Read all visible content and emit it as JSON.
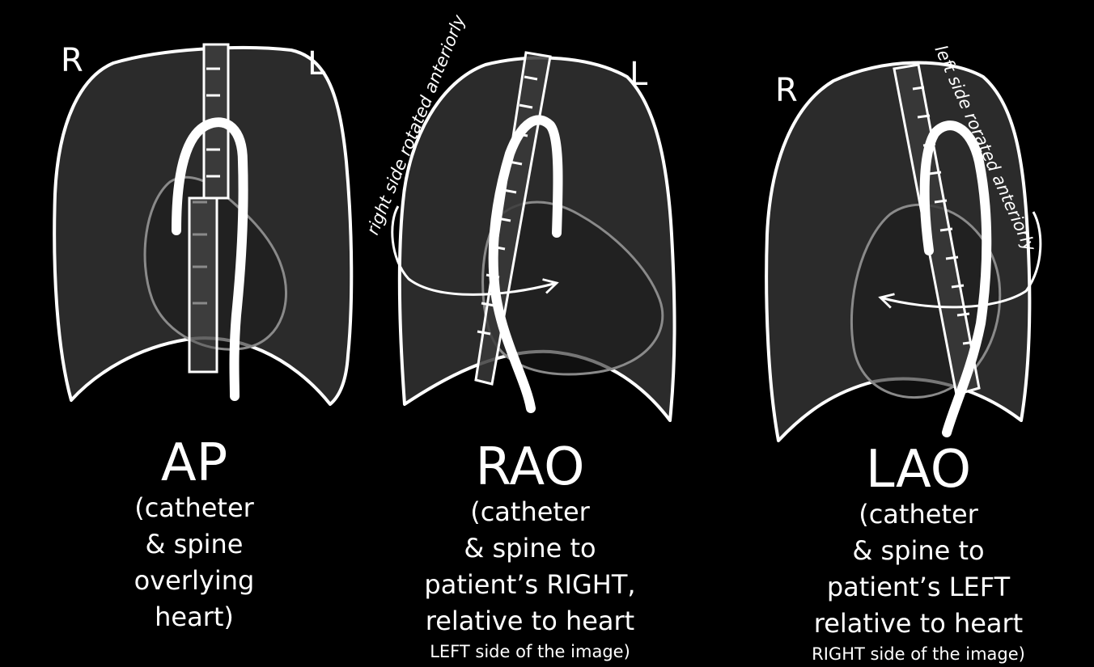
{
  "colors": {
    "background": "#000000",
    "chest": "#2b2b2b",
    "outline": "#ffffff",
    "heart_outline": "#8a8a8a"
  },
  "panels": [
    {
      "view": "AP",
      "left_label": "R",
      "right_label": "L",
      "caption_lines": [
        "(catheter",
        "& spine",
        "overlying",
        "heart)"
      ],
      "footnote": ""
    },
    {
      "view": "RAO",
      "left_label": "",
      "right_label": "L",
      "rotation_label": "right side rotated anteriorly",
      "caption_lines": [
        "(catheter",
        "& spine to",
        "patient’s RIGHT,",
        "relative to heart"
      ],
      "footnote": "LEFT side of the image)"
    },
    {
      "view": "LAO",
      "left_label": "R",
      "right_label": "",
      "rotation_label": "left side rorated anteriorly",
      "caption_lines": [
        "(catheter",
        "& spine to",
        "patient’s LEFT",
        "relative to heart"
      ],
      "footnote": "RIGHT side of the image)"
    }
  ]
}
